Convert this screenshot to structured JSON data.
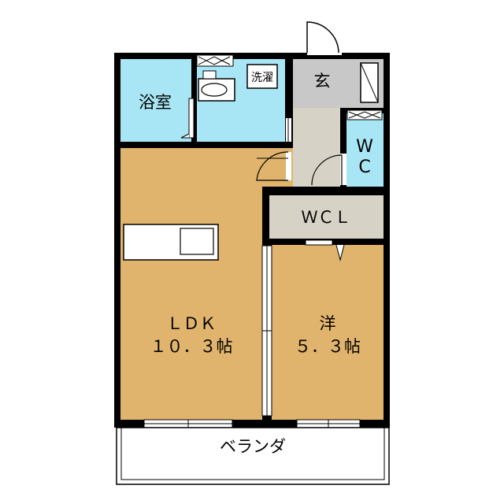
{
  "rooms": {
    "bath": "浴室",
    "laundry": "洗濯",
    "entrance": "玄",
    "wc_line1": "W",
    "wc_line2": "C",
    "wcl": "ＷＣＬ",
    "ldk_line1": "ＬＤＫ",
    "ldk_line2": "１０．３帖",
    "western_line1": "洋",
    "western_line2": "５．３帖",
    "veranda": "ベランダ"
  },
  "colors": {
    "wall": "#000000",
    "wet_area": "#a8e6f5",
    "entrance": "#c8c8c8",
    "hall": "#d6d2c6",
    "wcl": "#d6d2c6",
    "living": "#e0b46c",
    "background": "#ffffff"
  }
}
